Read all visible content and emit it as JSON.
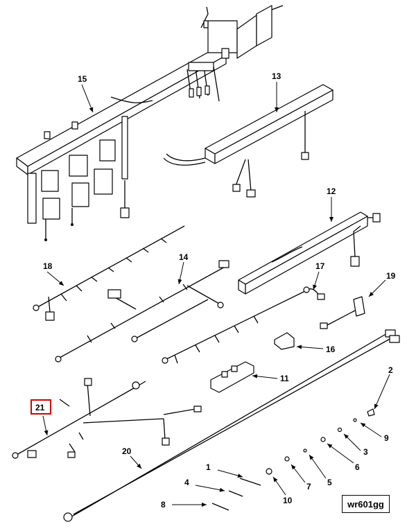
{
  "diagram": {
    "figure_id": "wr601gg",
    "highlighted_callout": "21",
    "callouts": [
      "15",
      "13",
      "12",
      "18",
      "14",
      "17",
      "19",
      "16",
      "11",
      "2",
      "9",
      "3",
      "6",
      "5",
      "7",
      "10",
      "1",
      "4",
      "8",
      "20",
      "21"
    ],
    "colors": {
      "line": "#000000",
      "highlight": "#d00000",
      "background": "#ffffff"
    }
  }
}
